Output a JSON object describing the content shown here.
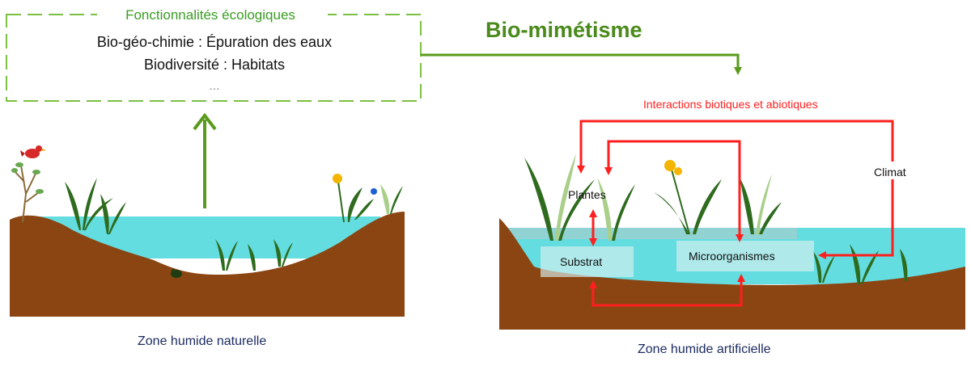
{
  "features_box": {
    "title": "Fonctionnalités écologiques",
    "line1": "Bio-géo-chimie : Épuration des eaux",
    "line2": "Biodiversité : Habitats",
    "line3": "…",
    "border_color": "#7bc043",
    "title_color": "#3a9d23"
  },
  "biomimetism_label": "Bio-mimétisme",
  "interactions_label": "Interactions biotiques et abiotiques",
  "nodes": {
    "plants": "Plantes",
    "substrate": "Substrat",
    "microorganisms": "Microorganismes",
    "climate": "Climat"
  },
  "captions": {
    "natural": "Zone humide naturelle",
    "artificial": "Zone humide artificielle"
  },
  "colors": {
    "soil": "#8b4513",
    "water": "#63dde0",
    "arrow_green": "#5a9a1a",
    "arrow_red": "#ff1f1f",
    "plant_dark": "#2e6b1e",
    "plant_light": "#a9cf8a"
  },
  "icons": [
    "bird-icon",
    "frog-icon",
    "flower-icon",
    "plant-icon",
    "tree-icon"
  ]
}
